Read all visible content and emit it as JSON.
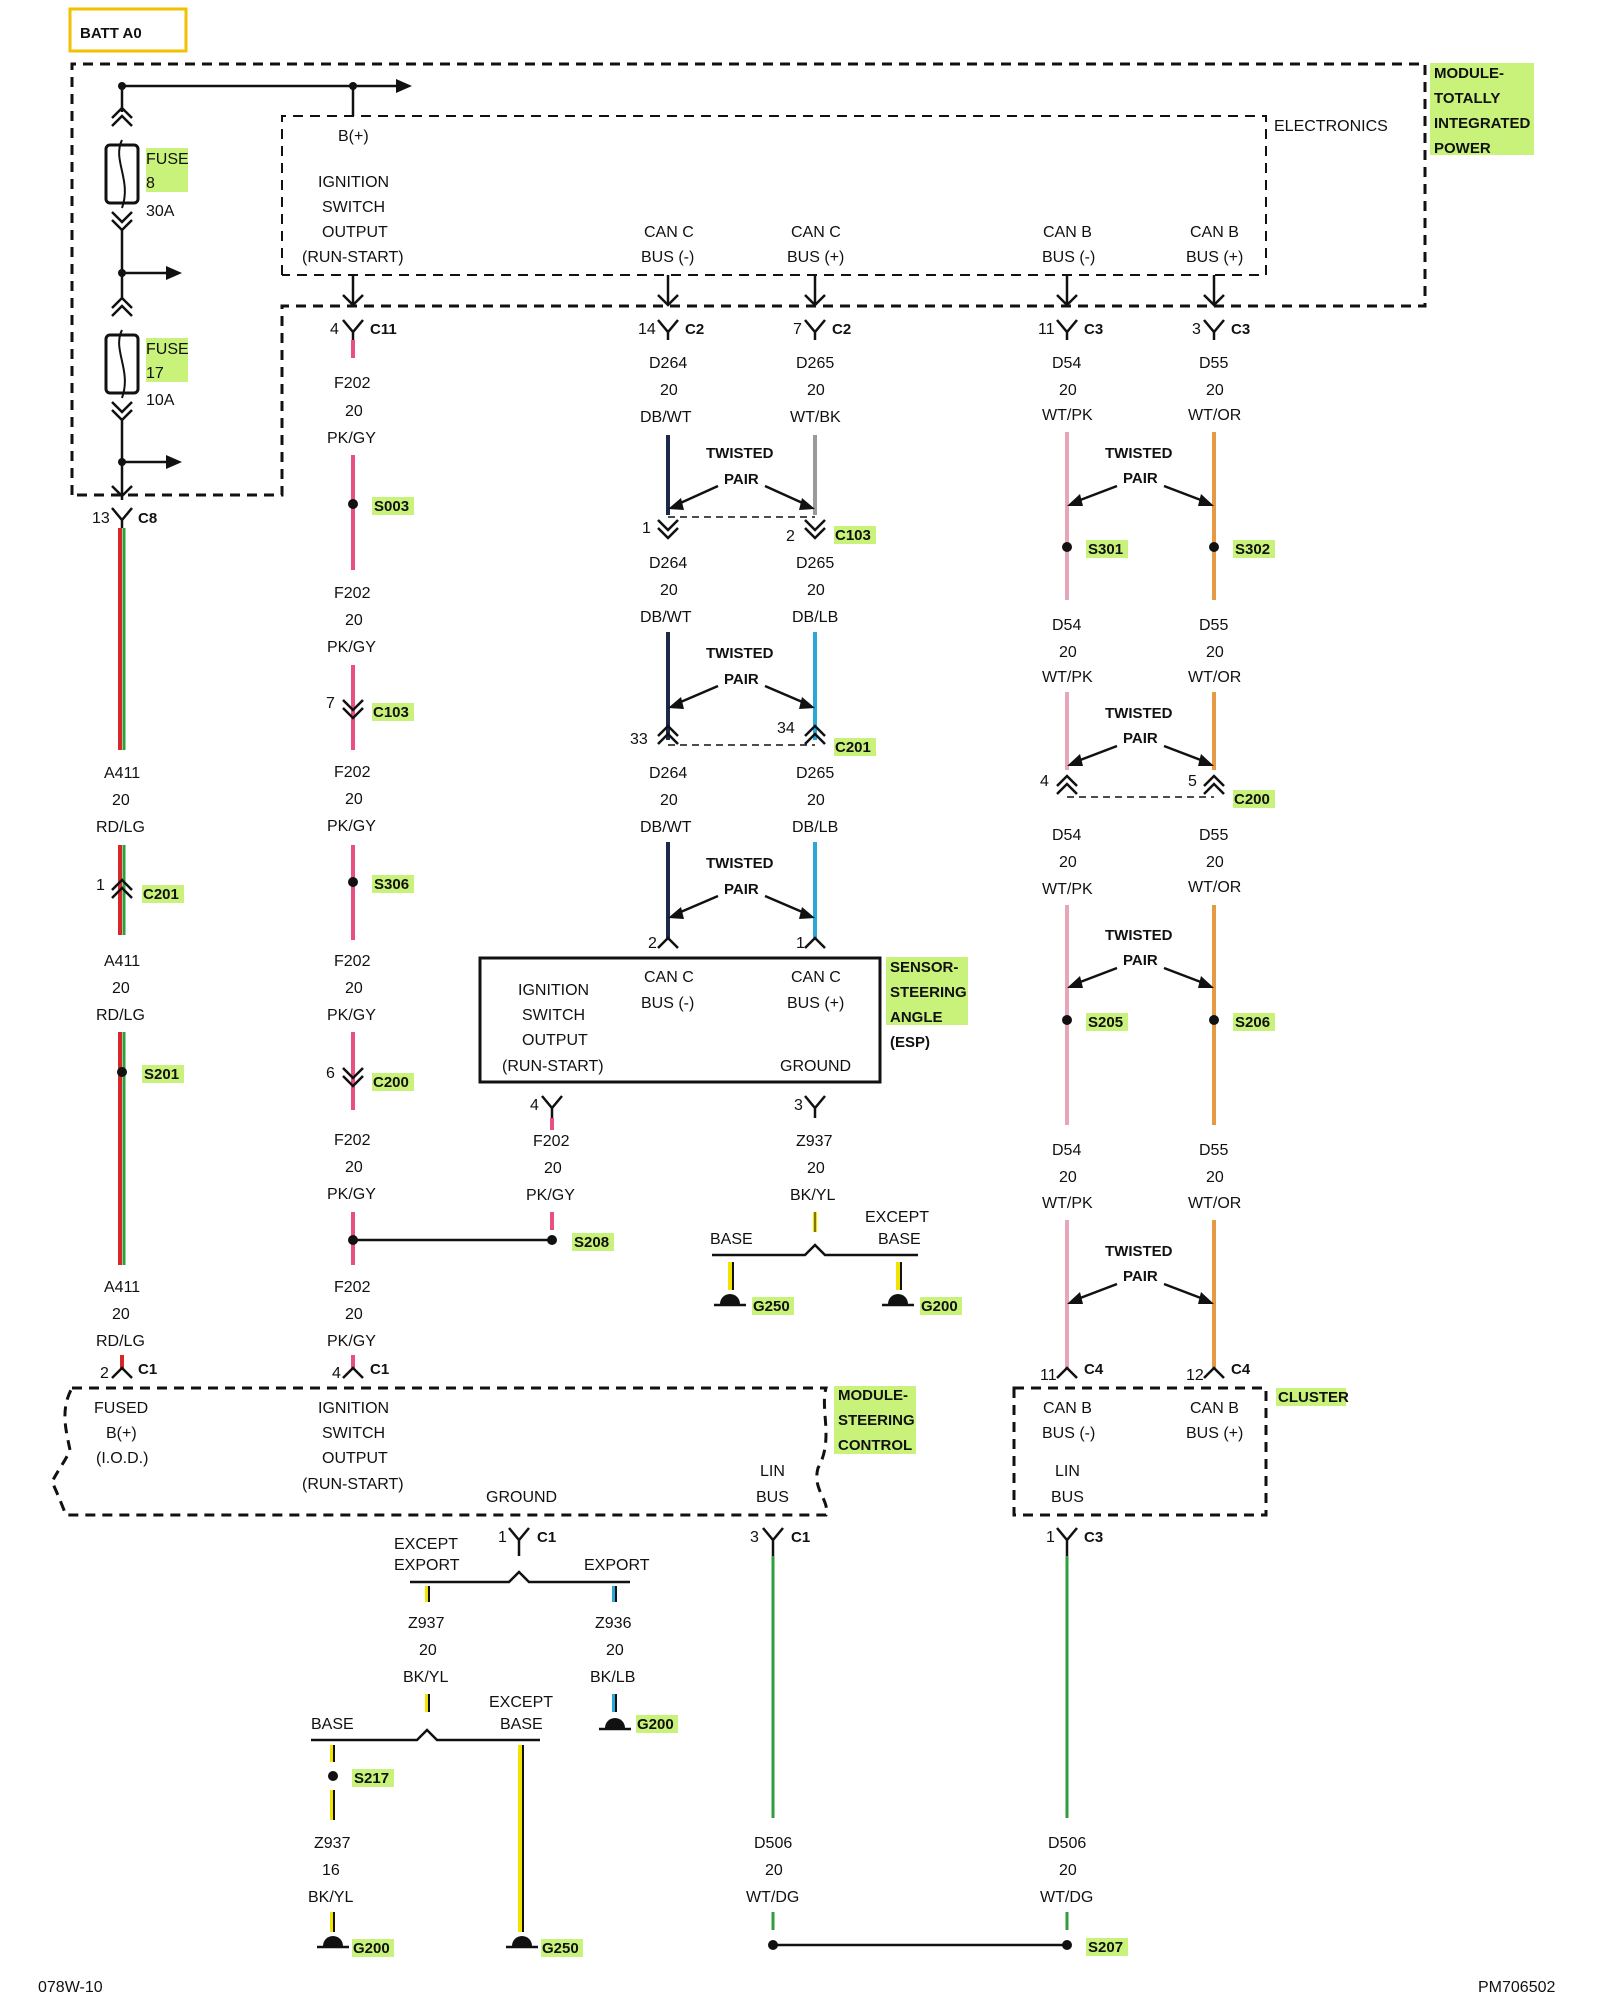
{
  "source": "BATT A0",
  "modules": {
    "tipm": [
      "MODULE-",
      "TOTALLY",
      "INTEGRATED",
      "POWER"
    ],
    "electronics": "ELECTRONICS",
    "sas": [
      "SENSOR-",
      "STEERING",
      "ANGLE",
      "(ESP)"
    ],
    "scm": [
      "MODULE-",
      "STEERING",
      "CONTROL"
    ],
    "cluster": "CLUSTER"
  },
  "fuses": [
    {
      "label": "FUSE",
      "num": "8",
      "rating": "30A"
    },
    {
      "label": "FUSE",
      "num": "17",
      "rating": "10A"
    }
  ],
  "pins": {
    "bplus": "B(+)",
    "ign": [
      "IGNITION",
      "SWITCH",
      "OUTPUT",
      "(RUN-START)"
    ],
    "can_c_minus": [
      "CAN C",
      "BUS (-)"
    ],
    "can_c_plus": [
      "CAN C",
      "BUS (+)"
    ],
    "can_b_minus": [
      "CAN B",
      "BUS (-)"
    ],
    "can_b_plus": [
      "CAN B",
      "BUS (+)"
    ],
    "ground": "GROUND",
    "fused_bplus": [
      "FUSED",
      "B(+)",
      "(I.O.D.)"
    ],
    "lin": [
      "LIN",
      "BUS"
    ]
  },
  "twisted": [
    "TWISTED",
    "PAIR"
  ],
  "connectors": {
    "c8": {
      "n": "13",
      "name": "C8"
    },
    "c11": {
      "n": "4",
      "name": "C11"
    },
    "c2a": {
      "n": "14",
      "name": "C2"
    },
    "c2b": {
      "n": "7",
      "name": "C2"
    },
    "c3a": {
      "n": "11",
      "name": "C3"
    },
    "c3b": {
      "n": "3",
      "name": "C3"
    },
    "c103a": {
      "n": "1"
    },
    "c103b": {
      "n": "2",
      "name": "C103"
    },
    "c103c": {
      "n": "7",
      "name": "C103"
    },
    "c201a": {
      "n": "33"
    },
    "c201b": {
      "n": "34",
      "name": "C201"
    },
    "c201c": {
      "n": "1",
      "name": "C201"
    },
    "c200a": {
      "n": "4"
    },
    "c200b": {
      "n": "5",
      "name": "C200"
    },
    "c200c": {
      "n": "6",
      "name": "C200"
    },
    "sas2": {
      "n": "2"
    },
    "sas1": {
      "n": "1"
    },
    "sas4": {
      "n": "4"
    },
    "sas3": {
      "n": "3"
    },
    "scm2": {
      "n": "2",
      "name": "C1"
    },
    "scm4": {
      "n": "4",
      "name": "C1"
    },
    "c4a": {
      "n": "11",
      "name": "C4"
    },
    "c4b": {
      "n": "12",
      "name": "C4"
    },
    "scm1": {
      "n": "1",
      "name": "C1"
    },
    "scm3": {
      "n": "3",
      "name": "C1"
    },
    "cl1": {
      "n": "1",
      "name": "C3"
    }
  },
  "wires": {
    "f202": {
      "id": "F202",
      "gauge": "20",
      "color": "PK/GY"
    },
    "d264a": {
      "id": "D264",
      "gauge": "20",
      "color": "DB/WT"
    },
    "d265a": {
      "id": "D265",
      "gauge": "20",
      "color": "WT/BK"
    },
    "d265b": {
      "id": "D265",
      "gauge": "20",
      "color": "DB/LB"
    },
    "d54": {
      "id": "D54",
      "gauge": "20",
      "color": "WT/PK"
    },
    "d55": {
      "id": "D55",
      "gauge": "20",
      "color": "WT/OR"
    },
    "a411": {
      "id": "A411",
      "gauge": "20",
      "color": "RD/LG"
    },
    "z937": {
      "id": "Z937",
      "gauge": "20",
      "color": "BK/YL"
    },
    "z937b": {
      "id": "Z937",
      "gauge": "16",
      "color": "BK/YL"
    },
    "z936": {
      "id": "Z936",
      "gauge": "20",
      "color": "BK/LB"
    },
    "d506": {
      "id": "D506",
      "gauge": "20",
      "color": "WT/DG"
    }
  },
  "splices": {
    "s003": "S003",
    "s306": "S306",
    "s208": "S208",
    "s201": "S201",
    "s301": "S301",
    "s302": "S302",
    "s205": "S205",
    "s206": "S206",
    "s217": "S217",
    "s207": "S207"
  },
  "grounds": {
    "g250": "G250",
    "g200": "G200"
  },
  "options": {
    "base": "BASE",
    "except_base": [
      "EXCEPT",
      "BASE"
    ],
    "except_export": [
      "EXCEPT",
      "EXPORT"
    ],
    "export": "EXPORT"
  },
  "footer": {
    "left": "078W-10",
    "right": "PM706502"
  },
  "wire_colors": {
    "pink_gray": "#e8517f",
    "red": "#d62828",
    "green": "#2e9e3e",
    "navy": "#1b2a4a",
    "gray": "#9a9a9a",
    "blue": "#2aa7d8",
    "lightpink": "#e6a6b8",
    "orange": "#e59a45",
    "yellow": "#f2e400",
    "black": "#111111",
    "highlight": "#c8f27a",
    "batt_border": "#f2c200"
  }
}
